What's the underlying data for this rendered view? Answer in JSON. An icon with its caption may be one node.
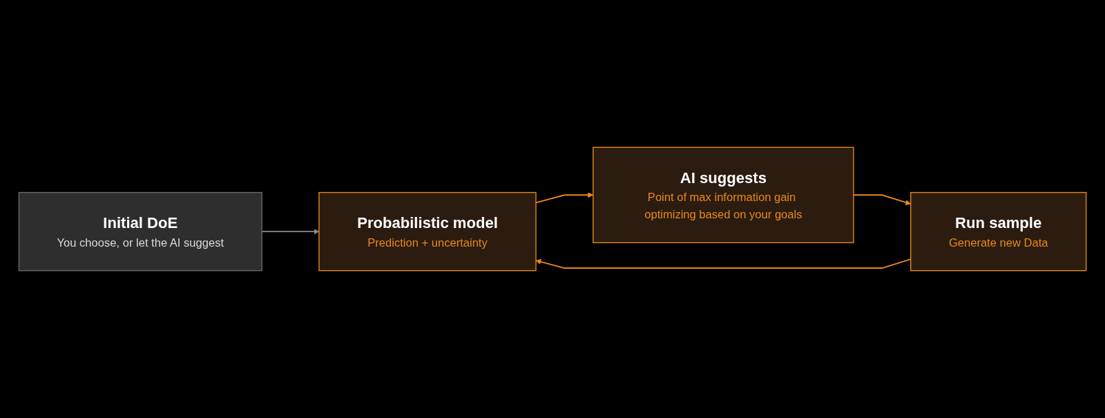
{
  "diagram": {
    "nodes": [
      {
        "text": [
          "Initial DoE",
          "You choose, or let the AI suggest"
        ]
      },
      {
        "text": [
          "Probabilistic model",
          "Prediction + uncertainty"
        ]
      },
      {
        "text": [
          "AI suggests",
          "Point of max information gain optimizing based on your goals"
        ]
      },
      {
        "text": [
          "Run sample",
          "Generate new Data"
        ]
      }
    ],
    "edges": [
      {
        "from": 0,
        "to": 1,
        "arrow": "to",
        "color": "#8c8c8c"
      },
      {
        "from": 1,
        "to": 2,
        "arrow": "to"
      },
      {
        "from": 2,
        "to": 3,
        "arrow": "to"
      },
      {
        "from": 3,
        "to": 1,
        "arrow": "to"
      }
    ]
  }
}
